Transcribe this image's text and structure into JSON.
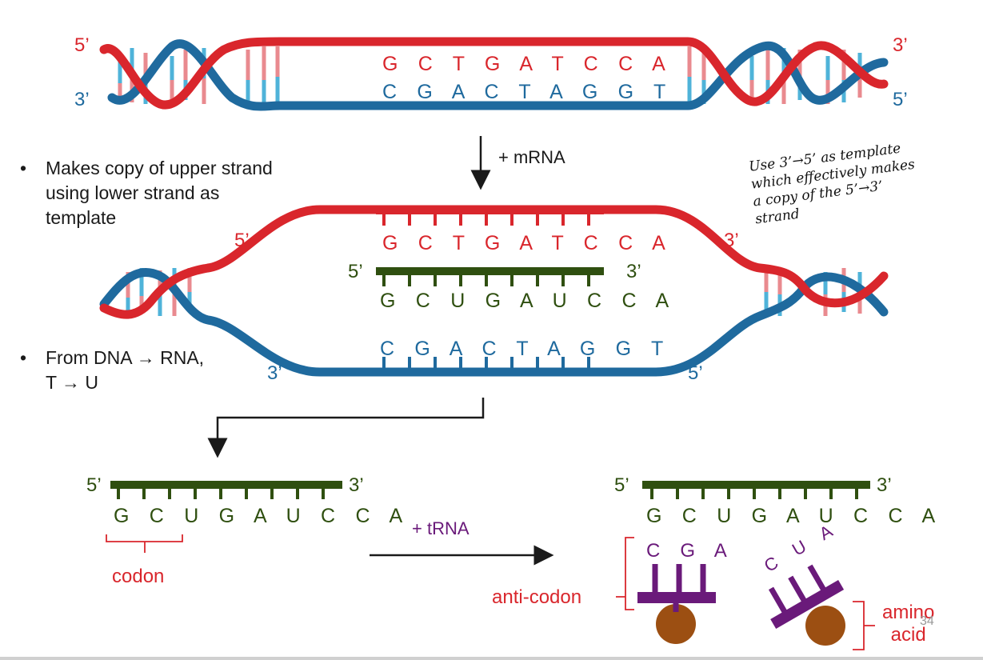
{
  "top_dna": {
    "left_5": "5’",
    "left_3": "3’",
    "right_3": "3’",
    "right_5": "5’",
    "upper_seq": "G C T G A T C C A",
    "lower_seq": "C G A C T A G G T"
  },
  "step1": {
    "label": "+ mRNA"
  },
  "notes": {
    "bullet": "•",
    "bullet1": "Makes copy of upper strand\nusing lower strand as\ntemplate",
    "bullet2": "From DNA → RNA,\nT → U"
  },
  "handwritten": "Use 3’→5’ as template\nwhich effectively makes\na copy of the 5’→3’\nstrand",
  "bubble": {
    "upper_5": "5’",
    "upper_3": "3’",
    "upper_seq": "G C T G A T C C A",
    "mrna_5": "5’",
    "mrna_3": "3’",
    "mrna_seq": "G C U G A U C C A",
    "lower_seq": "C G A C T A G G T",
    "lower_3": "3’",
    "lower_5": "5’"
  },
  "mrna_left": {
    "end5": "5’",
    "end3": "3’",
    "seq": "G C U G A U C C A",
    "codon_label": "codon"
  },
  "step2": {
    "label": "+ tRNA"
  },
  "mrna_right": {
    "end5": "5’",
    "end3": "3’",
    "seq": "G C U G A U C C A"
  },
  "trna": {
    "anticodon1": "C G A",
    "anticodon2": "C U A",
    "anticodon_label": "anti-codon",
    "amino_label": "amino\nacid"
  },
  "page_number": "34",
  "colors": {
    "red": "#d9262c",
    "blue": "#1f6a9e",
    "green": "#2f4f10",
    "purple": "#6a1a7a",
    "brown": "#9c4f12",
    "pink": "#e98a8f",
    "lightblue": "#4fb3d9"
  }
}
